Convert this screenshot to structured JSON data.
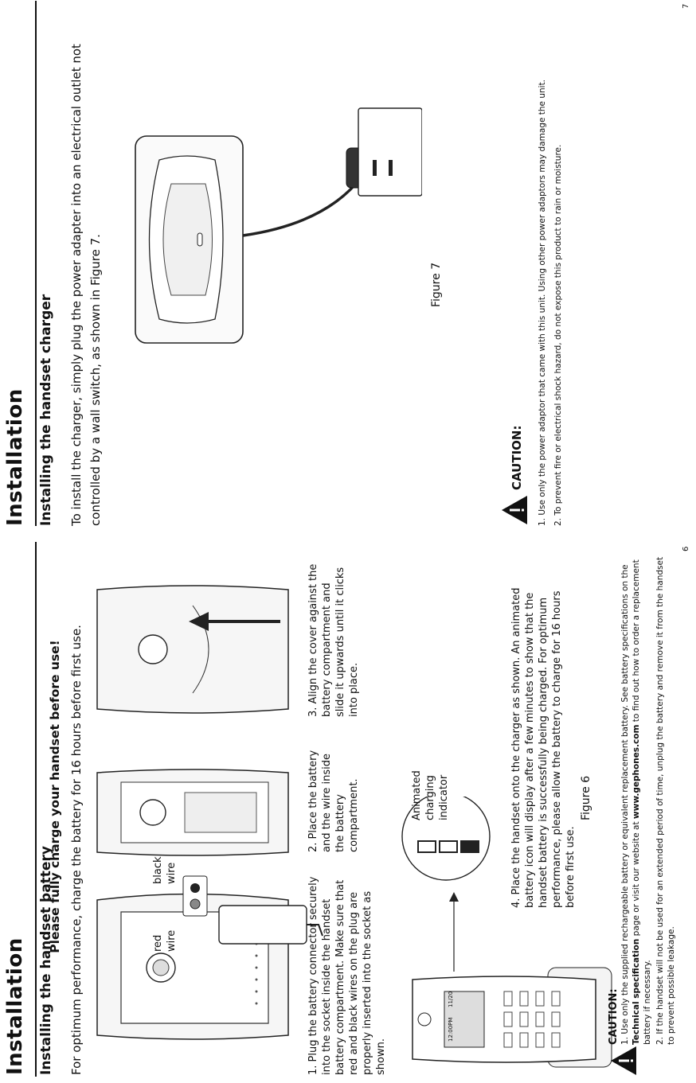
{
  "left_page": {
    "section_title": "Installation",
    "subsection_title": "Installing the handset battery",
    "subheading": "Please fully charge your handset before use!",
    "intro": "For optimum performance, charge the battery for 16 hours before first use.",
    "labels": {
      "red_wire": "red\nwire",
      "black_wire": "black\nwire",
      "animated": "Animated\ncharging\nindicator"
    },
    "steps": [
      "1. Plug the battery connector securely into the socket inside the handset battery compartment. Make sure that red and black wires on the plug are properly inserted into the socket as shown.",
      "2. Place the battery and the wire inside the battery compartment.",
      "3. Align the cover against the battery compartment and slide it upwards until it clicks into place.",
      "4. Place the handset onto the charger as shown. An animated battery icon will display after a few minutes to show that the handset battery is successfully being charged. For optimum performance, please allow the battery to charge for 16 hours before first use."
    ],
    "figure_label": "Figure 6",
    "caution": {
      "title": "CAUTION:",
      "item1_a": "1. Use only the supplied rechargeable battery or equivalent replacement battery. See battery specifications on the ",
      "item1_b": "Technical specification",
      "item1_c": " page or visit our website at ",
      "item1_d": "www.gephones.com",
      "item1_e": " to find out how to order a replacement battery if necessary.",
      "item2": "2. If the handset will not be used for an extended period of time, unplug the battery and remove it from the handset to prevent possible leakage."
    },
    "page_number": "6",
    "handset_screen": {
      "time": "12:00PM",
      "date": "11/20"
    }
  },
  "right_page": {
    "section_title": "Installation",
    "subsection_title": "Installing the handset charger",
    "intro": "To install the charger, simply plug the power adapter into an electrical outlet not controlled by a wall switch, as shown in Figure 7.",
    "figure_label": "Figure 7",
    "caution": {
      "title": "CAUTION:",
      "item1": "1. Use only the power adaptor that came with this unit. Using other power adaptors may damage the unit.",
      "item2": "2. To prevent fire or electrical shock hazard, do not expose this product to rain or moisture."
    },
    "page_number": "7"
  }
}
